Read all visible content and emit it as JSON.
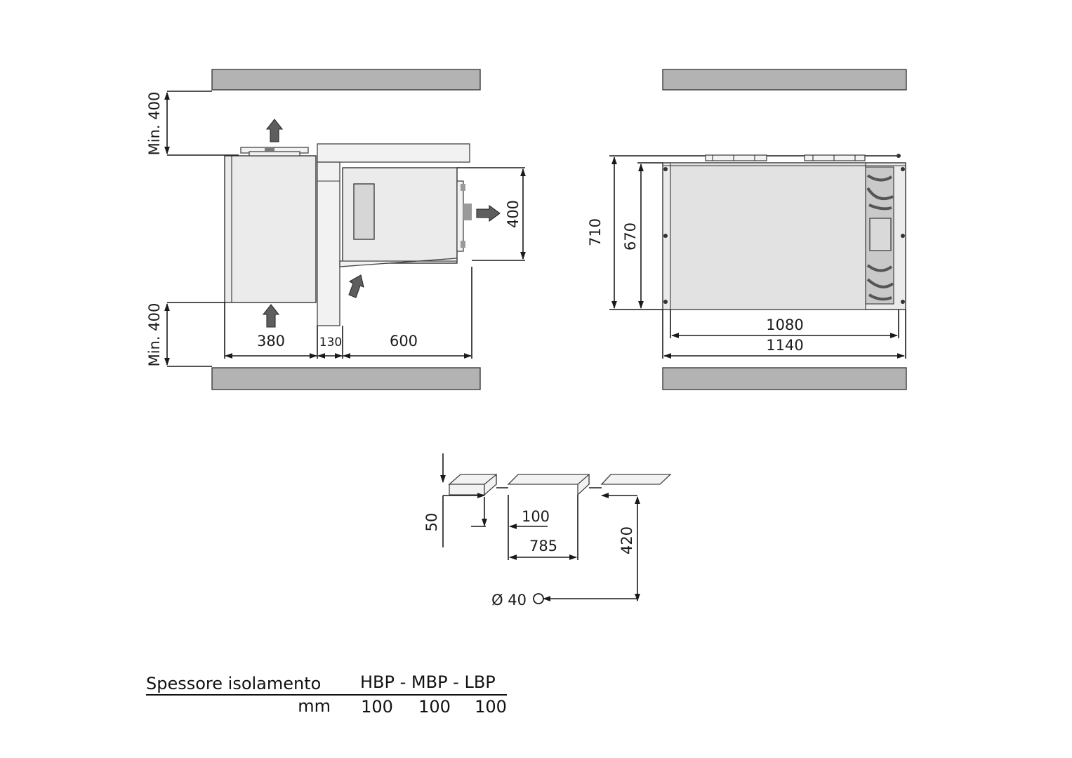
{
  "side_view": {
    "min_top": "Min. 400",
    "min_bottom": "Min. 400",
    "dim_380": "380",
    "dim_130": "130",
    "dim_600": "600",
    "dim_400": "400"
  },
  "front_view": {
    "dim_710": "710",
    "dim_670": "670",
    "dim_1080": "1080",
    "dim_1140": "1140"
  },
  "ceiling_detail": {
    "dim_50": "50",
    "dim_100": "100",
    "dim_785": "785",
    "dim_420": "420",
    "hole": "Ø 40"
  },
  "table": {
    "title": "Spessore isolamento",
    "header": "HBP - MBP - LBP",
    "unit": "mm",
    "values": [
      "100",
      "100",
      "100"
    ]
  },
  "colors": {
    "wall": "#b3b3b3",
    "line": "#1a1a1a",
    "body": "#ebebeb",
    "arrow": "#5e5e5e"
  }
}
